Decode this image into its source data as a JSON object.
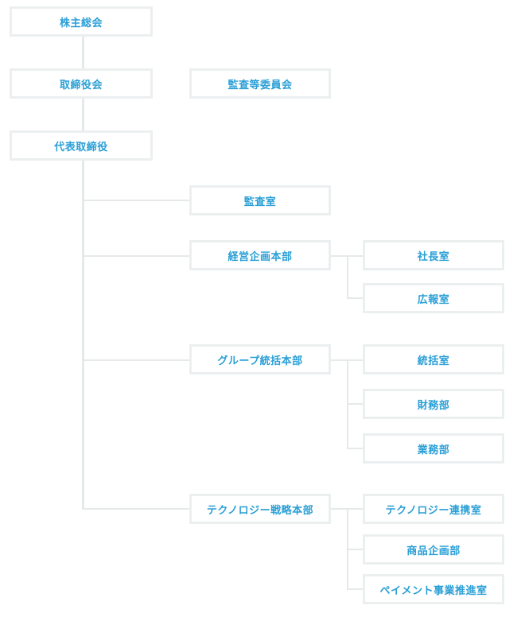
{
  "org_chart": {
    "shareholders_meeting": "株主総会",
    "board_of_directors": "取締役会",
    "audit_committee": "監査等委員会",
    "representative_director": "代表取締役",
    "audit_office": "監査室",
    "corporate_planning": {
      "label": "経営企画本部",
      "children": [
        "社長室",
        "広報室"
      ]
    },
    "group_management": {
      "label": "グループ統括本部",
      "children": [
        "統括室",
        "財務部",
        "業務部"
      ]
    },
    "technology_strategy": {
      "label": "テクノロジー戦略本部",
      "children": [
        "テクノロジー連携室",
        "商品企画部",
        "ペイメント事業推進室"
      ]
    }
  },
  "colors": {
    "text": "#2a9fd6",
    "box_border": "#eceff0",
    "connector": "#e6e9ea"
  }
}
